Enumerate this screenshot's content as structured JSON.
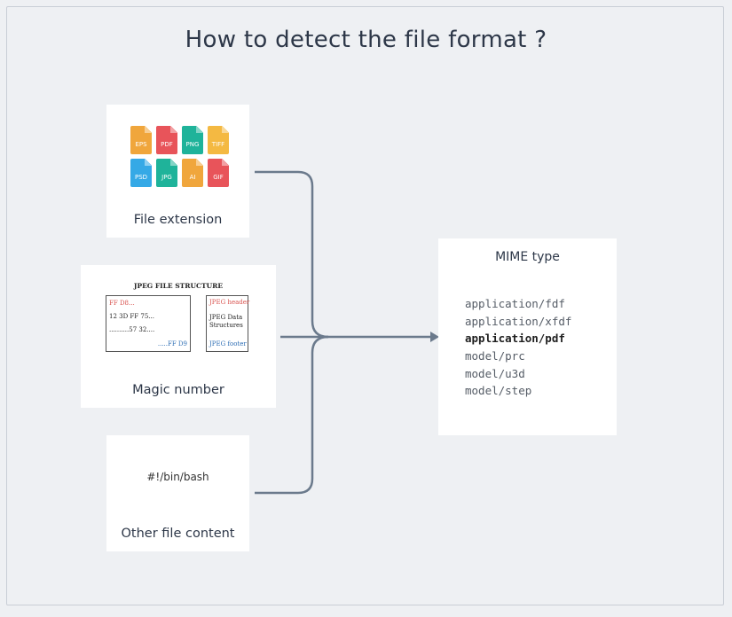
{
  "title": "How to detect the file format ?",
  "sources": {
    "file_extension": {
      "label": "File extension",
      "icons": [
        {
          "ext": "EPS",
          "color": "#f0a63c"
        },
        {
          "ext": "PDF",
          "color": "#e8545a"
        },
        {
          "ext": "PNG",
          "color": "#1fb39a"
        },
        {
          "ext": "TIFF",
          "color": "#f4b942"
        },
        {
          "ext": "PSD",
          "color": "#35a9e6"
        },
        {
          "ext": "JPG",
          "color": "#1fb39a"
        },
        {
          "ext": "AI",
          "color": "#f0a63c"
        },
        {
          "ext": "GIF",
          "color": "#e8545a"
        }
      ]
    },
    "magic_number": {
      "label": "Magic number",
      "diagram": {
        "title": "JPEG FILE STRUCTURE",
        "bytes_start": "FF D8...",
        "bytes_mid": "12 3D FF 75...",
        "bytes_more": "..........57 32....",
        "bytes_end": ".....FF D9",
        "header": "JPEG header",
        "data_line1": "JPEG Data",
        "data_line2": "Structures",
        "footer": "JPEG footer"
      }
    },
    "other_content": {
      "label": "Other file content",
      "snippet": "#!/bin/bash"
    }
  },
  "target": {
    "title": "MIME type",
    "types": [
      {
        "text": "application/fdf",
        "emphasis": false
      },
      {
        "text": "application/xfdf",
        "emphasis": false
      },
      {
        "text": "application/pdf",
        "emphasis": true
      },
      {
        "text": "model/prc",
        "emphasis": false
      },
      {
        "text": "model/u3d",
        "emphasis": false
      },
      {
        "text": "model/step",
        "emphasis": false
      }
    ]
  },
  "colors": {
    "background": "#eef0f3",
    "connector": "#6b7a8c",
    "text": "#2d3748"
  }
}
